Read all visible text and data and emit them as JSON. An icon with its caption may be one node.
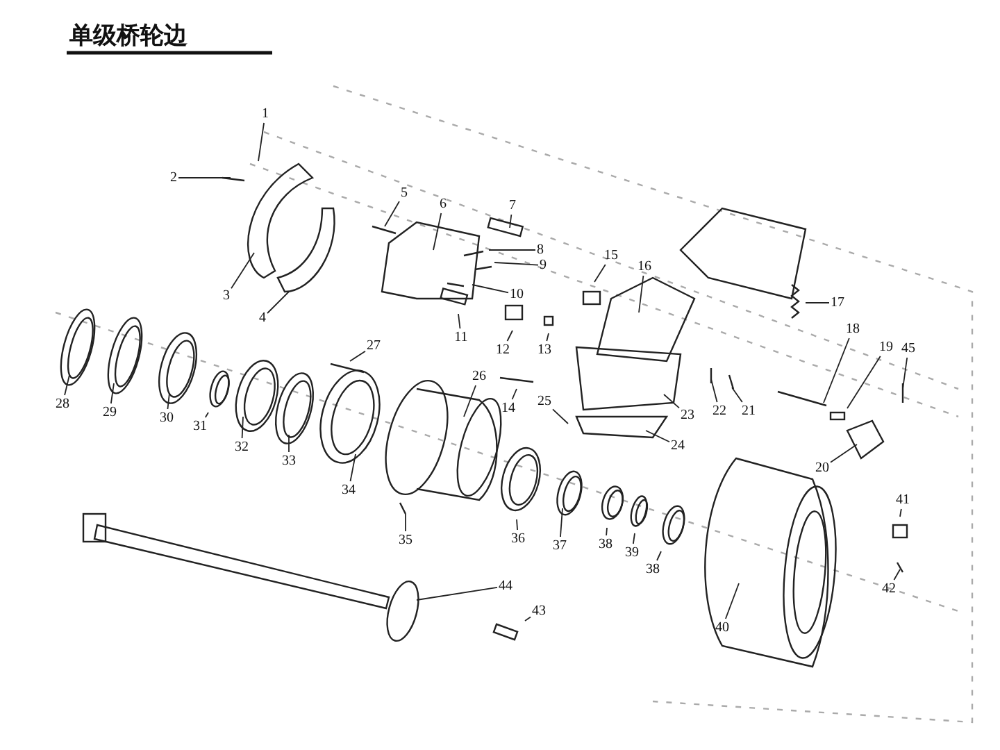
{
  "diagram": {
    "title": "单级桥轮边",
    "nodes": [
      {
        "text": [
          "1"
        ]
      },
      {
        "text": [
          "2"
        ]
      },
      {
        "text": [
          "3"
        ]
      },
      {
        "text": [
          "4"
        ]
      },
      {
        "text": [
          "5"
        ]
      },
      {
        "text": [
          "6"
        ]
      },
      {
        "text": [
          "7"
        ]
      },
      {
        "text": [
          "8"
        ]
      },
      {
        "text": [
          "9"
        ]
      },
      {
        "text": [
          "10"
        ]
      },
      {
        "text": [
          "11"
        ]
      },
      {
        "text": [
          "12"
        ]
      },
      {
        "text": [
          "13"
        ]
      },
      {
        "text": [
          "14"
        ]
      },
      {
        "text": [
          "15"
        ]
      },
      {
        "text": [
          "16"
        ]
      },
      {
        "text": [
          "17"
        ]
      },
      {
        "text": [
          "18"
        ]
      },
      {
        "text": [
          "19"
        ]
      },
      {
        "text": [
          "20"
        ]
      },
      {
        "text": [
          "21"
        ]
      },
      {
        "text": [
          "22"
        ]
      },
      {
        "text": [
          "23"
        ]
      },
      {
        "text": [
          "24"
        ]
      },
      {
        "text": [
          "25"
        ]
      },
      {
        "text": [
          "26"
        ]
      },
      {
        "text": [
          "27"
        ]
      },
      {
        "text": [
          "28"
        ]
      },
      {
        "text": [
          "29"
        ]
      },
      {
        "text": [
          "30"
        ]
      },
      {
        "text": [
          "31"
        ]
      },
      {
        "text": [
          "32"
        ]
      },
      {
        "text": [
          "33"
        ]
      },
      {
        "text": [
          "34"
        ]
      },
      {
        "text": [
          "35"
        ]
      },
      {
        "text": [
          "36"
        ]
      },
      {
        "text": [
          "37"
        ]
      },
      {
        "text": [
          "38"
        ]
      },
      {
        "text": [
          "39"
        ]
      },
      {
        "text": [
          "38"
        ]
      },
      {
        "text": [
          "40"
        ]
      },
      {
        "text": [
          "41"
        ]
      },
      {
        "text": [
          "42"
        ]
      },
      {
        "text": [
          "43"
        ]
      },
      {
        "text": [
          "44"
        ]
      },
      {
        "text": [
          "45"
        ]
      }
    ],
    "edges": [
      {
        "from": 0,
        "to": null,
        "arrow": "none"
      },
      {
        "from": 1,
        "to": null,
        "arrow": "none"
      },
      {
        "from": 2,
        "to": null,
        "arrow": "none"
      },
      {
        "from": 3,
        "to": null,
        "arrow": "none"
      },
      {
        "from": 4,
        "to": null,
        "arrow": "none"
      },
      {
        "from": 5,
        "to": null,
        "arrow": "none"
      },
      {
        "from": 6,
        "to": null,
        "arrow": "none"
      },
      {
        "from": 7,
        "to": null,
        "arrow": "none"
      },
      {
        "from": 8,
        "to": null,
        "arrow": "none"
      },
      {
        "from": 9,
        "to": null,
        "arrow": "none"
      },
      {
        "from": 10,
        "to": null,
        "arrow": "none"
      },
      {
        "from": 11,
        "to": null,
        "arrow": "none"
      },
      {
        "from": 12,
        "to": null,
        "arrow": "none"
      },
      {
        "from": 13,
        "to": null,
        "arrow": "none"
      },
      {
        "from": 14,
        "to": null,
        "arrow": "none"
      },
      {
        "from": 15,
        "to": null,
        "arrow": "none"
      },
      {
        "from": 16,
        "to": null,
        "arrow": "none"
      },
      {
        "from": 17,
        "to": null,
        "arrow": "none"
      },
      {
        "from": 18,
        "to": null,
        "arrow": "none"
      },
      {
        "from": 19,
        "to": null,
        "arrow": "none"
      },
      {
        "from": 20,
        "to": null,
        "arrow": "none"
      },
      {
        "from": 21,
        "to": null,
        "arrow": "none"
      },
      {
        "from": 22,
        "to": null,
        "arrow": "none"
      },
      {
        "from": 23,
        "to": null,
        "arrow": "none"
      },
      {
        "from": 24,
        "to": null,
        "arrow": "none"
      },
      {
        "from": 25,
        "to": null,
        "arrow": "none"
      },
      {
        "from": 26,
        "to": null,
        "arrow": "none"
      },
      {
        "from": 27,
        "to": null,
        "arrow": "none"
      },
      {
        "from": 28,
        "to": null,
        "arrow": "none"
      },
      {
        "from": 29,
        "to": null,
        "arrow": "none"
      },
      {
        "from": 30,
        "to": null,
        "arrow": "none"
      },
      {
        "from": 31,
        "to": null,
        "arrow": "none"
      },
      {
        "from": 32,
        "to": null,
        "arrow": "none"
      },
      {
        "from": 33,
        "to": null,
        "arrow": "none"
      },
      {
        "from": 34,
        "to": null,
        "arrow": "none"
      },
      {
        "from": 35,
        "to": null,
        "arrow": "none"
      },
      {
        "from": 36,
        "to": null,
        "arrow": "none"
      },
      {
        "from": 37,
        "to": null,
        "arrow": "none"
      },
      {
        "from": 38,
        "to": null,
        "arrow": "none"
      },
      {
        "from": 39,
        "to": null,
        "arrow": "none"
      },
      {
        "from": 40,
        "to": null,
        "arrow": "none"
      },
      {
        "from": 41,
        "to": null,
        "arrow": "none"
      },
      {
        "from": 42,
        "to": null,
        "arrow": "none"
      },
      {
        "from": 43,
        "to": null,
        "arrow": "none"
      },
      {
        "from": 44,
        "to": null,
        "arrow": "none"
      },
      {
        "from": 45,
        "to": null,
        "arrow": "none"
      }
    ]
  }
}
